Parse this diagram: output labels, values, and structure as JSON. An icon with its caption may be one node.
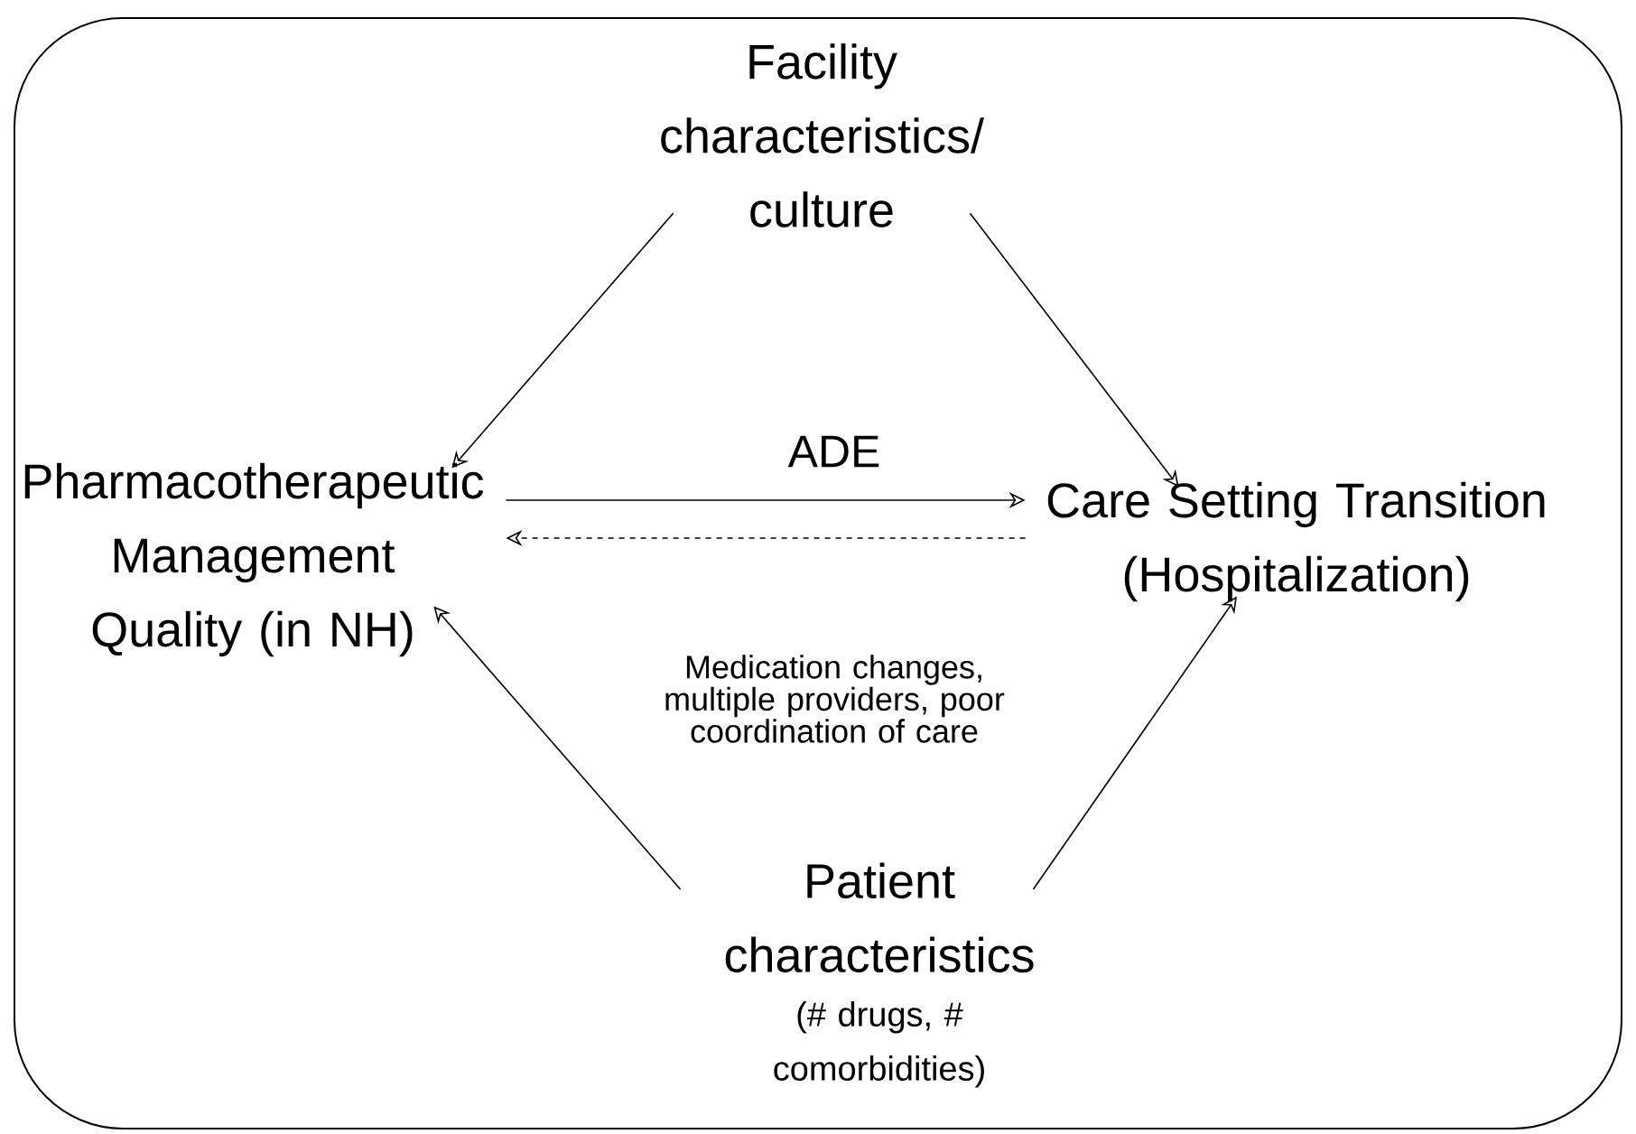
{
  "diagram": {
    "nodes": [
      {
        "text": [
          "Facility characteristics/ culture"
        ]
      },
      {
        "text": [
          "Pharmacotherapeutic Management Quality (in NH)"
        ]
      },
      {
        "text": [
          "Care Setting Transition (Hospitalization)"
        ]
      },
      {
        "text": [
          "Patient characteristics",
          "(# drugs, # comorbidities)"
        ]
      }
    ],
    "edges": [
      {
        "from": 0,
        "to": 1,
        "arrow": "to"
      },
      {
        "from": 0,
        "to": 2,
        "arrow": "to"
      },
      {
        "from": 1,
        "to": 2,
        "arrow": "to",
        "label": "ADE"
      },
      {
        "from": 2,
        "to": 1,
        "arrow": "to",
        "style": "dashed",
        "label": "Medication changes, multiple providers, poor coordination of care"
      },
      {
        "from": 3,
        "to": 1,
        "arrow": "to"
      },
      {
        "from": 3,
        "to": 2,
        "arrow": "to"
      }
    ]
  }
}
